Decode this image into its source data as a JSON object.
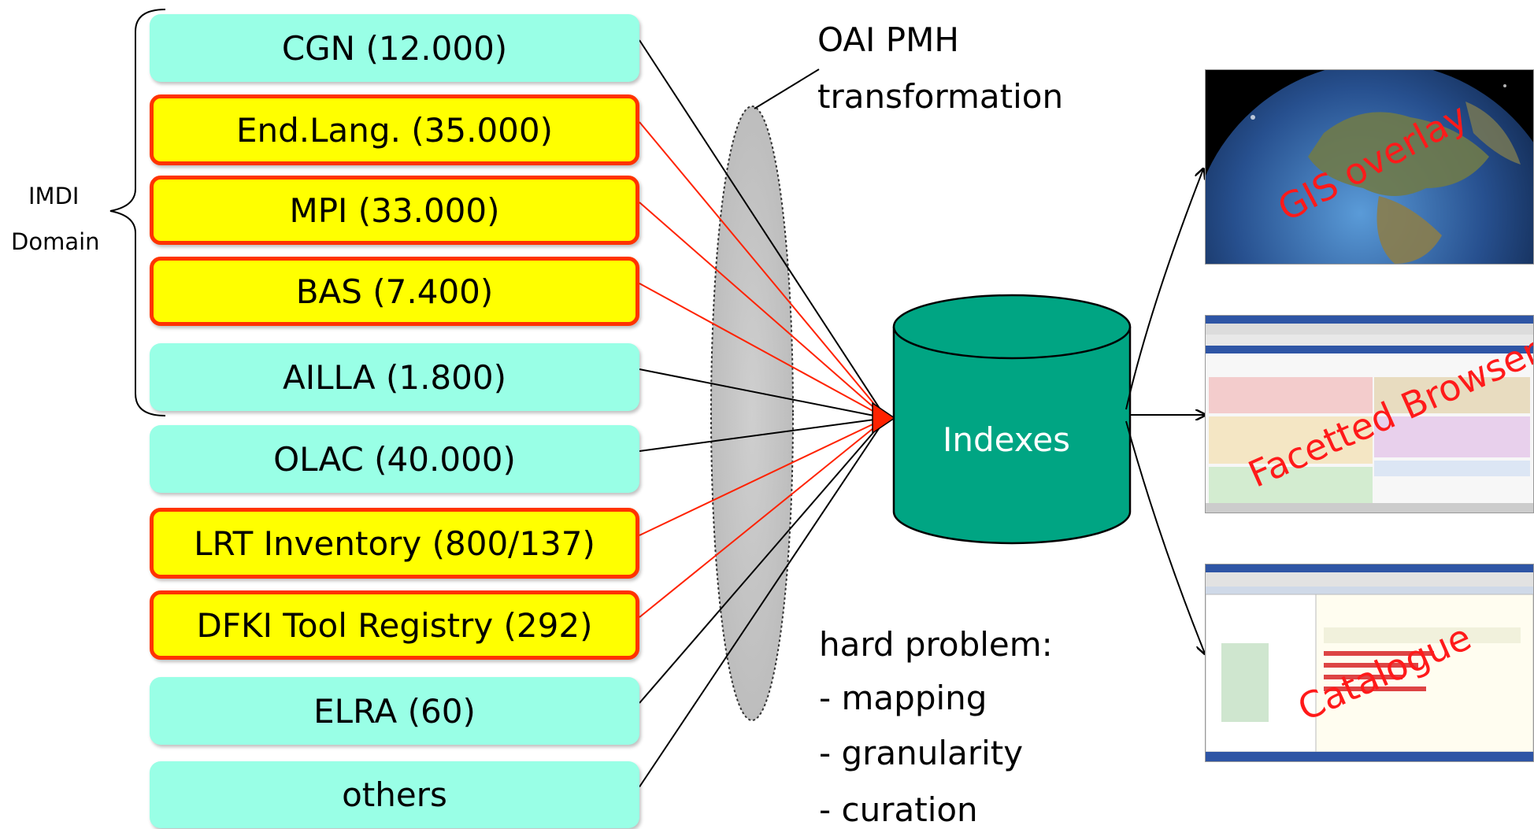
{
  "domain_label": {
    "line1": "IMDI",
    "line2": "Domain"
  },
  "sources": [
    {
      "label": "CGN (12.000)",
      "style": "cyan",
      "link_color": "#000000"
    },
    {
      "label": "End.Lang. (35.000)",
      "style": "yellow",
      "link_color": "#ff2200"
    },
    {
      "label": "MPI (33.000)",
      "style": "yellow",
      "link_color": "#ff2200"
    },
    {
      "label": "BAS (7.400)",
      "style": "yellow",
      "link_color": "#ff2200"
    },
    {
      "label": "AILLA (1.800)",
      "style": "cyan",
      "link_color": "#000000"
    },
    {
      "label": "OLAC (40.000)",
      "style": "cyan",
      "link_color": "#000000"
    },
    {
      "label": "LRT Inventory (800/137)",
      "style": "yellow",
      "link_color": "#ff2200"
    },
    {
      "label": "DFKI Tool Registry (292)",
      "style": "yellow",
      "link_color": "#ff2200"
    },
    {
      "label": "ELRA (60)",
      "style": "cyan",
      "link_color": "#000000"
    },
    {
      "label": "others",
      "style": "cyan",
      "link_color": "#000000"
    }
  ],
  "transformation": {
    "line1": "OAI PMH",
    "line2": "transformation"
  },
  "indexes": {
    "label": "Indexes",
    "color": "#00a583"
  },
  "problems": {
    "heading": "hard problem:",
    "items": [
      "- mapping",
      "- granularity",
      "- curation"
    ]
  },
  "outputs": [
    {
      "label": "GIS overlay",
      "icon": "globe-screenshot"
    },
    {
      "label": "Facetted Browser",
      "icon": "browser-screenshot"
    },
    {
      "label": "Catalogue",
      "icon": "catalogue-screenshot"
    }
  ],
  "colors": {
    "cyan_box": "#99ffe6",
    "yellow_box": "#ffff00",
    "red_border": "#ff3300",
    "overlay_text": "#ff1a1a"
  }
}
